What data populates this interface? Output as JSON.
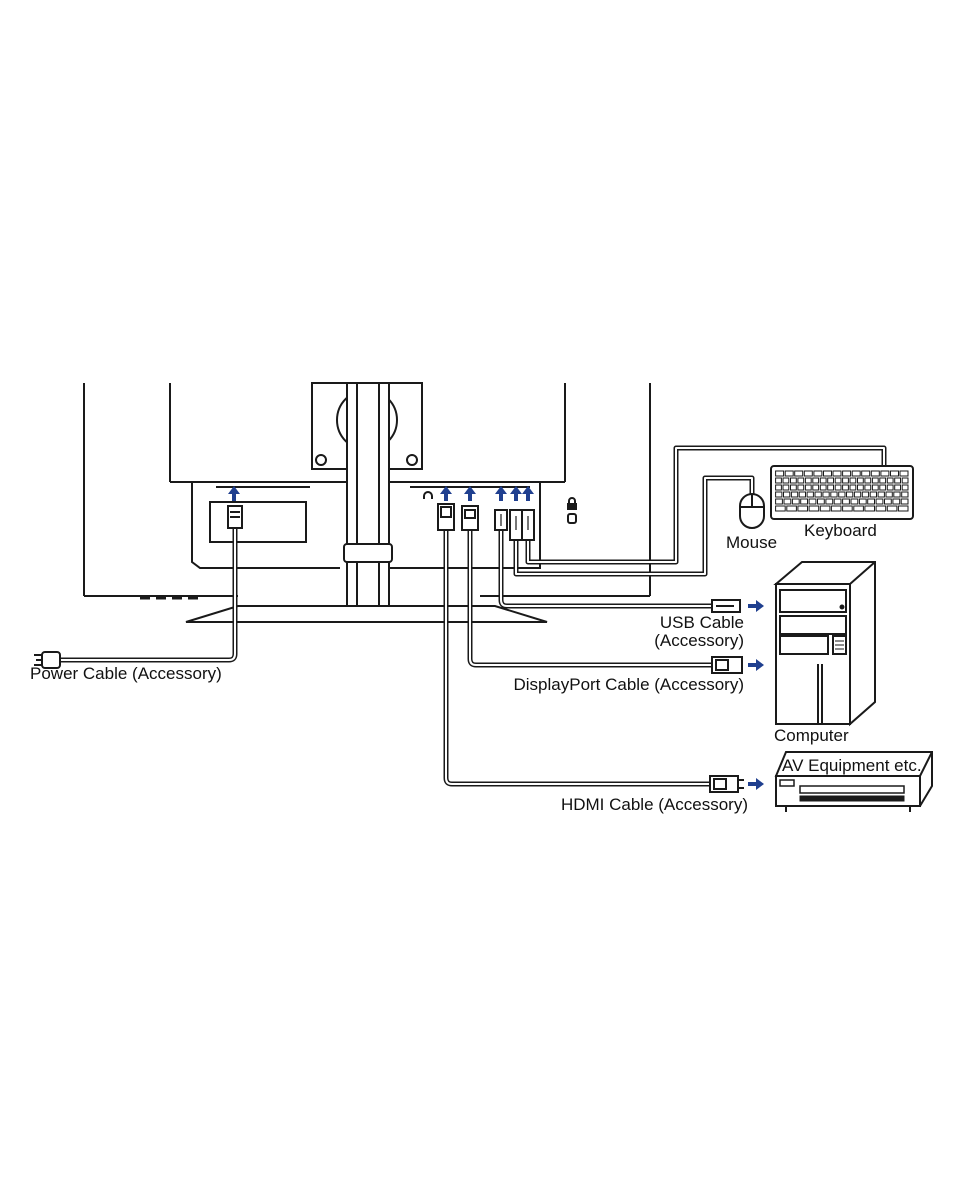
{
  "labels": {
    "power_cable": "Power Cable (Accessory)",
    "usb_cable_line1": "USB Cable",
    "usb_cable_line2": "(Accessory)",
    "displayport_cable": "DisplayPort Cable (Accessory)",
    "hdmi_cable": "HDMI Cable (Accessory)",
    "mouse": "Mouse",
    "keyboard": "Keyboard",
    "computer": "Computer",
    "av_equipment": "AV Equipment etc."
  },
  "colors": {
    "line": "#1a1a1a",
    "arrow": "#1f3f8f",
    "cable_fill": "#ffffff",
    "background": "#ffffff"
  },
  "icons": [
    "up-arrow-icon",
    "right-arrow-icon",
    "headphone-port-icon",
    "lock-icon",
    "usb-symbol-icon"
  ]
}
